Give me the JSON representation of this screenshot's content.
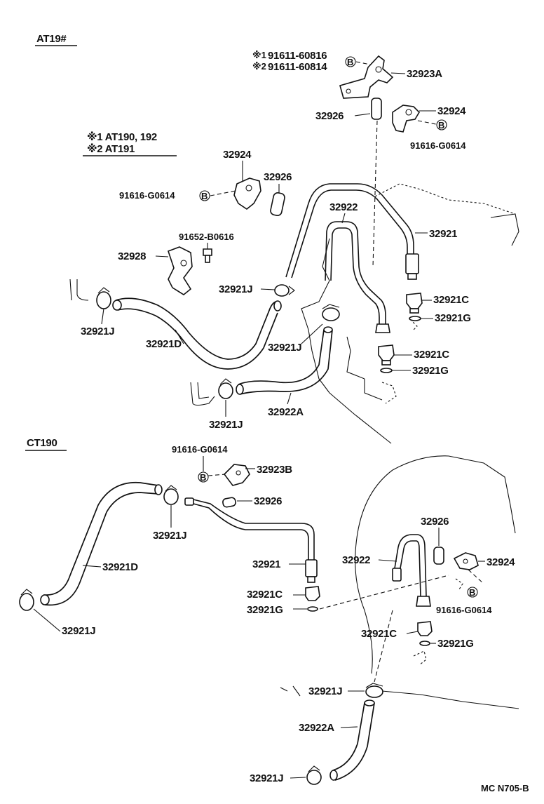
{
  "sections": {
    "top": "AT19#",
    "bottom": "CT190"
  },
  "notes": {
    "note1": "※1 AT190, 192",
    "note2": "※2 AT191"
  },
  "labels": {
    "ref1": "※1",
    "ref2": "※2",
    "p91611_60816": "91611-60816",
    "p91611_60814": "91611-60814",
    "p32923A": "32923A",
    "p32926_a": "32926",
    "p32924_a": "32924",
    "p91616_a": "91616-G0614",
    "p32924_b": "32924",
    "p32926_b": "32926",
    "p91616_b": "91616-G0614",
    "p32922_a": "32922",
    "p32921_a": "32921",
    "p91652": "91652-B0616",
    "p32928": "32928",
    "p32921J_a": "32921J",
    "p32921C_a": "32921C",
    "p32921G_a": "32921G",
    "p32921J_b": "32921J",
    "p32921D_a": "32921D",
    "p32921J_c": "32921J",
    "p32921C_b": "32921C",
    "p32921G_b": "32921G",
    "p32922A_a": "32922A",
    "p32921J_d": "32921J",
    "p91616_c": "91616-G0614",
    "p32923B": "32923B",
    "p32926_c": "32926",
    "p32921J_e": "32921J",
    "p32921D_b": "32921D",
    "p32921_b": "32921",
    "p32921C_c": "32921C",
    "p32921G_c": "32921G",
    "p32921J_f": "32921J",
    "p32926_d": "32926",
    "p32922_b": "32922",
    "p32924_c": "32924",
    "p91616_d": "91616-G0614",
    "p32921C_d": "32921C",
    "p32921G_d": "32921G",
    "p32921J_g": "32921J",
    "p32922A_b": "32922A",
    "p32921J_h": "32921J",
    "bolt_mark": "B",
    "footer_code": "MC N705-B"
  }
}
